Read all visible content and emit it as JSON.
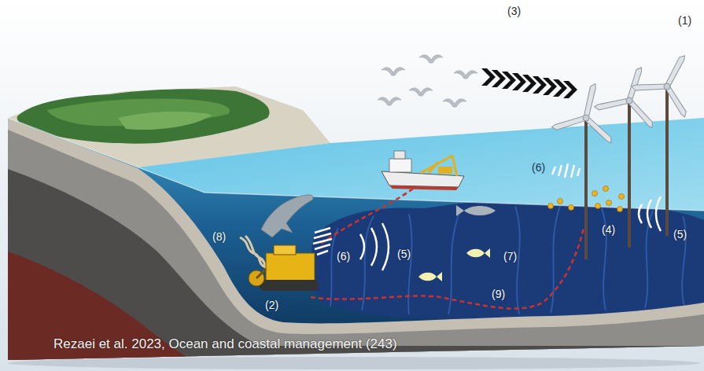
{
  "diagram": {
    "labels": [
      "(3)",
      "(1)",
      "(6)",
      "(4)",
      "(5)",
      "(8)",
      "(2)",
      "(6)",
      "(5)",
      "(7)",
      "(9)",
      "Rezaei et al. 2023, Ocean and coastal management (243)"
    ]
  }
}
